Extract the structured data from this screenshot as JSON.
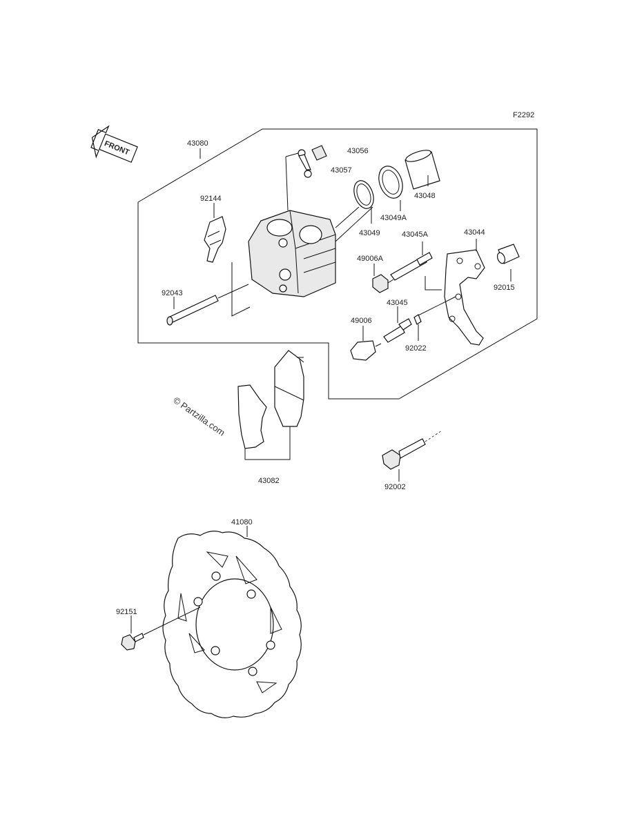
{
  "diagram": {
    "figure_code": "F2292",
    "front_arrow_label": "FRONT",
    "watermark": "© Partzilla.com",
    "footer_line1": "",
    "footer_line2": "",
    "labels": {
      "p43080": "43080",
      "p43056": "43056",
      "p43057": "43057",
      "p43048": "43048",
      "p92144": "92144",
      "p43049A": "43049A",
      "p43049": "43049",
      "p43045A": "43045A",
      "p43044": "43044",
      "p49006A": "49006A",
      "p92015": "92015",
      "p92043": "92043",
      "p43045": "43045",
      "p49006": "49006",
      "p92022": "92022",
      "p43082": "43082",
      "p92002": "92002",
      "p41080": "41080",
      "p92151": "92151"
    }
  }
}
